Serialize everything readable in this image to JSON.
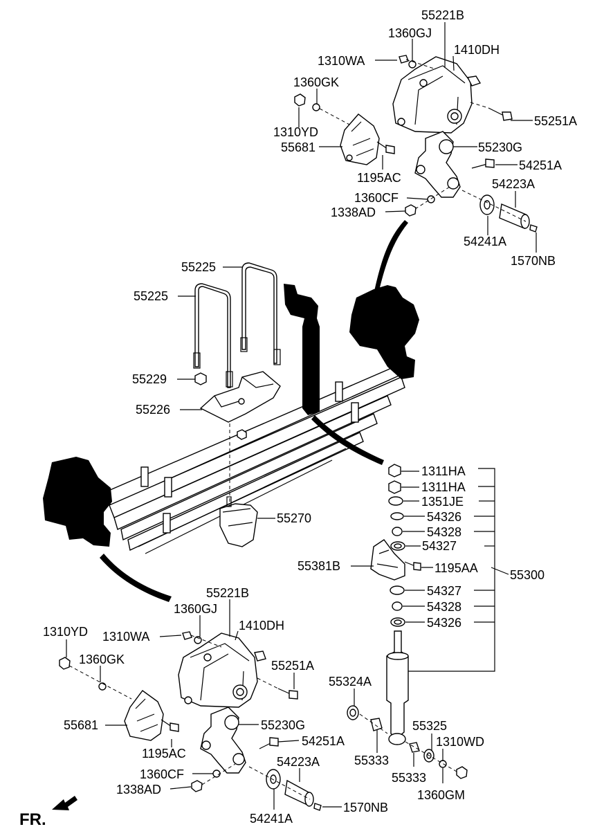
{
  "labels": {
    "top_bracket": "55221B",
    "top_nut_small": "1360GJ",
    "top_washer_bolt": "1310WA",
    "top_pin": "1410DH",
    "top_bolt_right": "55251A",
    "top_lock_nut": "1360GK",
    "top_nut_yd": "1310YD",
    "top_plate": "55681",
    "top_plate_bolt": "1195AC",
    "top_shackle": "55230G",
    "top_shackle_bolt": "54251A",
    "top_bushing": "54223A",
    "top_cf_nut": "1360CF",
    "top_ad_nut": "1338AD",
    "top_washer": "54241A",
    "top_small_bolt": "1570NB",
    "ubolt_upper": "55225",
    "ubolt_lower": "55225",
    "ubolt_nut": "55229",
    "spring_seat": "55226",
    "bump_stopper": "55270",
    "shock_nut_1": "1311HA",
    "shock_nut_2": "1311HA",
    "shock_washer_je": "1351JE",
    "shock_rubber_1": "54326",
    "shock_rubber_2": "54328",
    "shock_rubber_3": "54327",
    "shock_bracket": "55381B",
    "shock_bracket_bolt": "1195AA",
    "shock_assembly": "55300",
    "shock_rubber_4": "54327",
    "shock_rubber_5": "54328",
    "shock_rubber_6": "54326",
    "bot_bracket": "55221B",
    "bot_nut_small": "1360GJ",
    "bot_nut_yd": "1310YD",
    "bot_washer_bolt": "1310WA",
    "bot_pin": "1410DH",
    "bot_lock_nut": "1360GK",
    "bot_bolt_right": "55251A",
    "shock_bush_a": "55324A",
    "bot_plate": "55681",
    "bot_shackle": "55230G",
    "shock_bush_325": "55325",
    "bot_shackle_bolt": "54251A",
    "shock_nut_wd": "1310WD",
    "bot_plate_bolt": "1195AC",
    "shock_bush_333a": "55333",
    "bot_bushing": "54223A",
    "bot_cf_nut": "1360CF",
    "shock_bush_333b": "55333",
    "bot_ad_nut": "1338AD",
    "shock_nut_gm": "1360GM",
    "bot_small_bolt": "1570NB",
    "bot_washer": "54241A",
    "front_marker": "FR."
  }
}
